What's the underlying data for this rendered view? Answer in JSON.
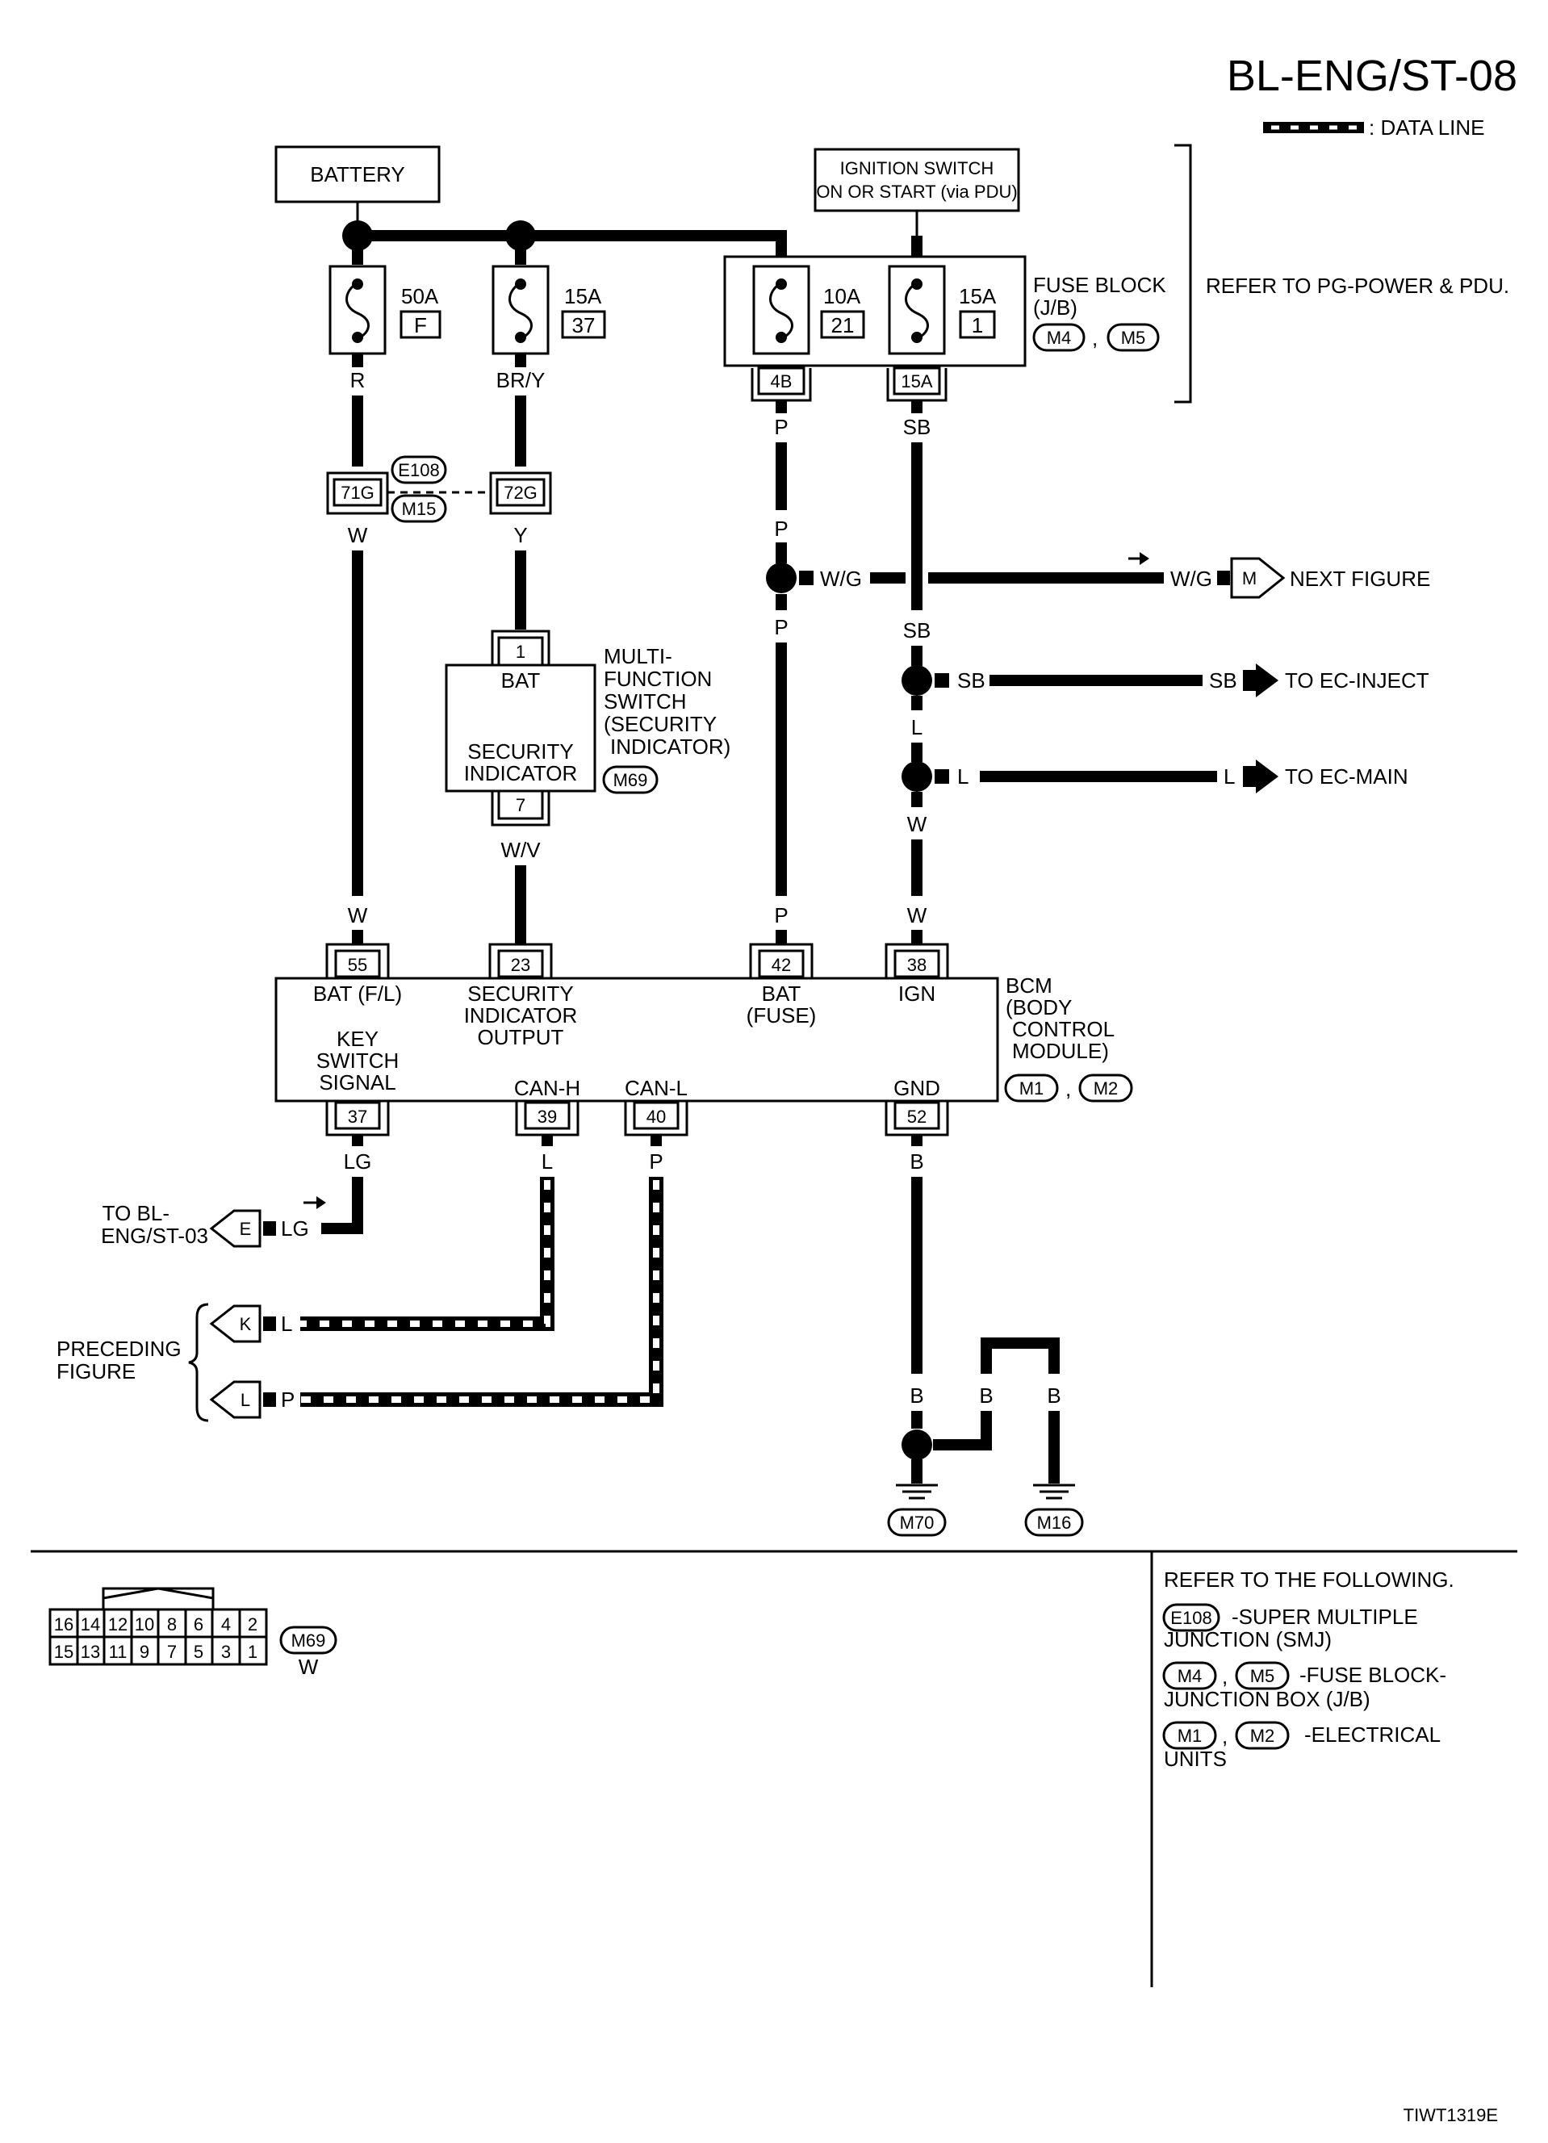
{
  "title": "BL-ENG/ST-08",
  "legend_label": ": DATA LINE",
  "battery_label": "BATTERY",
  "ignition_label_1": "IGNITION SWITCH",
  "ignition_label_2": "ON OR START (via PDU)",
  "refer_power": "REFER TO PG-POWER & PDU.",
  "fuse_block": {
    "line1": "FUSE BLOCK",
    "line2": "(J/B)",
    "conn_a": "M4",
    "conn_b": "M5"
  },
  "fuses": [
    {
      "amp": "50A",
      "id": "F"
    },
    {
      "amp": "15A",
      "id": "37"
    },
    {
      "amp": "10A",
      "id": "21"
    },
    {
      "amp": "15A",
      "id": "1"
    }
  ],
  "fuse_terminals": {
    "t1": "4B",
    "t2": "15A"
  },
  "wire_colors": {
    "r": "R",
    "bry": "BR/Y",
    "w": "W",
    "y": "Y",
    "wv": "W/V",
    "p": "P",
    "sb": "SB",
    "wg": "W/G",
    "l": "L",
    "lg": "LG",
    "b": "B"
  },
  "smj": {
    "conn_a": "E108",
    "conn_b": "M15",
    "t1": "71G",
    "t2": "72G"
  },
  "mfs": {
    "pin_top": "1",
    "pin_bottom": "7",
    "bat": "BAT",
    "sec1": "SECURITY",
    "sec2": "INDICATOR",
    "name1": "MULTI-",
    "name2": "FUNCTION",
    "name3": "SWITCH",
    "name4": "(SECURITY",
    "name5": "INDICATOR)",
    "conn": "M69"
  },
  "right_outputs": {
    "next_conn": "M",
    "next_label": "NEXT FIGURE",
    "ec_inject": "TO EC-INJECT",
    "ec_main": "TO EC-MAIN"
  },
  "bcm": {
    "pins_top": [
      "55",
      "23",
      "42",
      "38"
    ],
    "pins_bottom": [
      "37",
      "39",
      "40",
      "52"
    ],
    "bat_fl": "BAT (F/L)",
    "sec_out_1": "SECURITY",
    "sec_out_2": "INDICATOR",
    "sec_out_3": "OUTPUT",
    "bat_fuse_1": "BAT",
    "bat_fuse_2": "(FUSE)",
    "ign": "IGN",
    "key1": "KEY",
    "key2": "SWITCH",
    "key3": "SIGNAL",
    "canh": "CAN-H",
    "canl": "CAN-L",
    "gnd": "GND",
    "name1": "BCM",
    "name2": "(BODY",
    "name3": "CONTROL",
    "name4": "MODULE)",
    "conn_a": "M1",
    "conn_b": "M2"
  },
  "left_outputs": {
    "to_bl_1": "TO BL-",
    "to_bl_2": "ENG/ST-03",
    "conn_e": "E",
    "conn_k": "K",
    "conn_l": "L",
    "preceding_1": "PRECEDING",
    "preceding_2": "FIGURE"
  },
  "grounds": {
    "g1": "M70",
    "g2": "M16"
  },
  "connector_face": {
    "top_row": [
      "16",
      "14",
      "12",
      "10",
      "8",
      "6",
      "4",
      "2"
    ],
    "bottom_row": [
      "15",
      "13",
      "11",
      "9",
      "7",
      "5",
      "3",
      "1"
    ],
    "conn": "M69",
    "color": "W"
  },
  "refer_following": {
    "heading": "REFER TO THE FOLLOWING.",
    "e108": "E108",
    "smj_1": "-SUPER MULTIPLE",
    "smj_2": "JUNCTION (SMJ)",
    "m4": "M4",
    "m5": "M5",
    "jb_1": "-FUSE BLOCK-",
    "jb_2": "JUNCTION BOX (J/B)",
    "m1": "M1",
    "m2": "M2",
    "eu_1": "-ELECTRICAL",
    "eu_2": "UNITS"
  },
  "code": "TIWT1319E"
}
